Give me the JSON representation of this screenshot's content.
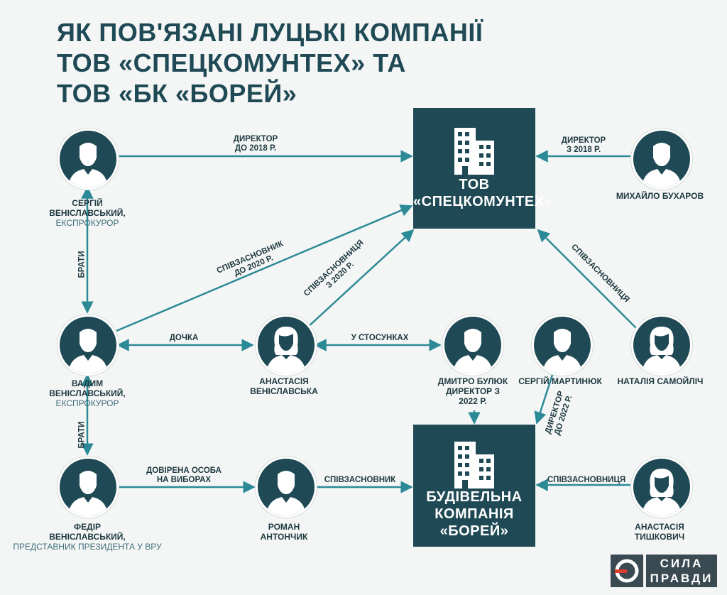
{
  "title": {
    "line1": "ЯК ПОВ'ЯЗАНІ ЛУЦЬКІ КОМПАНІЇ",
    "line2": "ТОВ «СПЕЦКОМУНТЕХ» ТА",
    "line3": "ТОВ «БК «БОРЕЙ»"
  },
  "companies": {
    "spec": {
      "line1": "ТОВ",
      "line2": "«СПЕЦКОМУНТЕХ»"
    },
    "borei": {
      "line1": "БУДІВЕЛЬНА",
      "line2": "КОМПАНІЯ",
      "line3": "«БОРЕЙ»"
    }
  },
  "people": {
    "serhii_v": {
      "name1": "СЕРГІЙ",
      "name2": "ВЕНІСЛАВСЬКИЙ,",
      "role": "ЕКСПРОКУРОР"
    },
    "vadym_v": {
      "name1": "ВАДИМ",
      "name2": "ВЕНІСЛАВСЬКИЙ,",
      "role": "ЕКСПРОКУРОР"
    },
    "fedir_v": {
      "name1": "ФЕДІР",
      "name2": "ВЕНІСЛАВСЬКИЙ,",
      "role": "ПРЕДСТАВНИК ПРЕЗИДЕНТА У ВРУ"
    },
    "anastasia_v": {
      "name1": "АНАСТАСІЯ",
      "name2": "ВЕНІСЛАВСЬКА"
    },
    "roman_a": {
      "name1": "РОМАН",
      "name2": "АНТОНЧИК"
    },
    "dmytro_b": {
      "name1": "ДМИТРО БУЛЮК",
      "role1": "ДИРЕКТОР З",
      "role2": "2022 Р."
    },
    "serhii_m": {
      "name1": "СЕРГІЙ МАРТИНЮК"
    },
    "mykhailo_b": {
      "name1": "МИХАЙЛО БУХАРОВ"
    },
    "natalia_s": {
      "name1": "НАТАЛІЯ САМОЙЛІЧ"
    },
    "anastasia_t": {
      "name1": "АНАСТАСІЯ",
      "name2": "ТИШКОВИЧ"
    }
  },
  "relations": {
    "director_until_2018": {
      "line1": "ДИРЕКТОР",
      "line2": "ДО 2018 Р."
    },
    "director_from_2018": {
      "line1": "ДИРЕКТОР",
      "line2": "З 2018 Р."
    },
    "brothers_1": "БРАТИ",
    "brothers_2": "БРАТИ",
    "cofounder_until_2020": {
      "line1": "СПІВЗАСНОВНИК",
      "line2": "ДО 2020 Р."
    },
    "cofounder_from_2020": {
      "line1": "СПІВЗАСНОВНИЦЯ",
      "line2": "З 2020 Р."
    },
    "cofounder_natalia": "СПІВЗАСНОВНИЦЯ",
    "daughter": "ДОЧКА",
    "in_relationship": "У СТОСУНКАХ",
    "director_until_2022": {
      "line1": "ДИРЕКТОР",
      "line2": "ДО 2022 Р."
    },
    "proxy": {
      "line1": "ДОВІРЕНА ОСОБА",
      "line2": "НА ВИБОРАХ"
    },
    "cofounder_roman": "СПІВЗАСНОВНИК",
    "cofounder_anastasia_t": "СПІВЗАСНОВНИЦЯ"
  },
  "logo": {
    "line1": "СИЛА",
    "line2": "ПРАВДИ"
  },
  "colors": {
    "primary": "#1f4a55",
    "arrow": "#2b8a96",
    "text": "#1e3a41",
    "role": "#3e6e7a"
  }
}
